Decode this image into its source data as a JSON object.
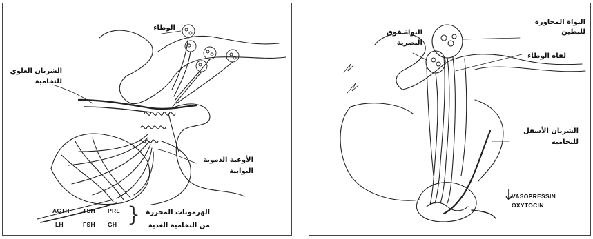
{
  "left_panel": {
    "labels": {
      "hypothalamus": "الوطاء",
      "superior_artery_1": "الشريان العلوي",
      "superior_artery_2": "للنخامية",
      "portal_vessels_1": "الأوعية الدموية",
      "portal_vessels_2": "البوابية",
      "released_hormones_1": "الهرمونات المحررة",
      "released_hormones_2": "من النخامية الغدية"
    },
    "hormones_row1": [
      "ACTH",
      "TSH",
      "PRL"
    ],
    "hormones_row2": [
      "LH",
      "FSH",
      "GH"
    ]
  },
  "right_panel": {
    "labels": {
      "paraventricular_1": "النواة المجاورة",
      "paraventricular_2": "للبطين",
      "supraoptic_1": "النواة فوق",
      "supraoptic_2": "البصرية",
      "hypothalamic_stalk": "لفاة الوطاء",
      "inferior_artery_1": "الشريان الأسفل",
      "inferior_artery_2": "للنخامية"
    },
    "hormones": [
      "VASOPRESSIN",
      "OXYTOCIN"
    ]
  },
  "colors": {
    "ink": "#222222",
    "border": "#444444",
    "background": "#ffffff"
  }
}
